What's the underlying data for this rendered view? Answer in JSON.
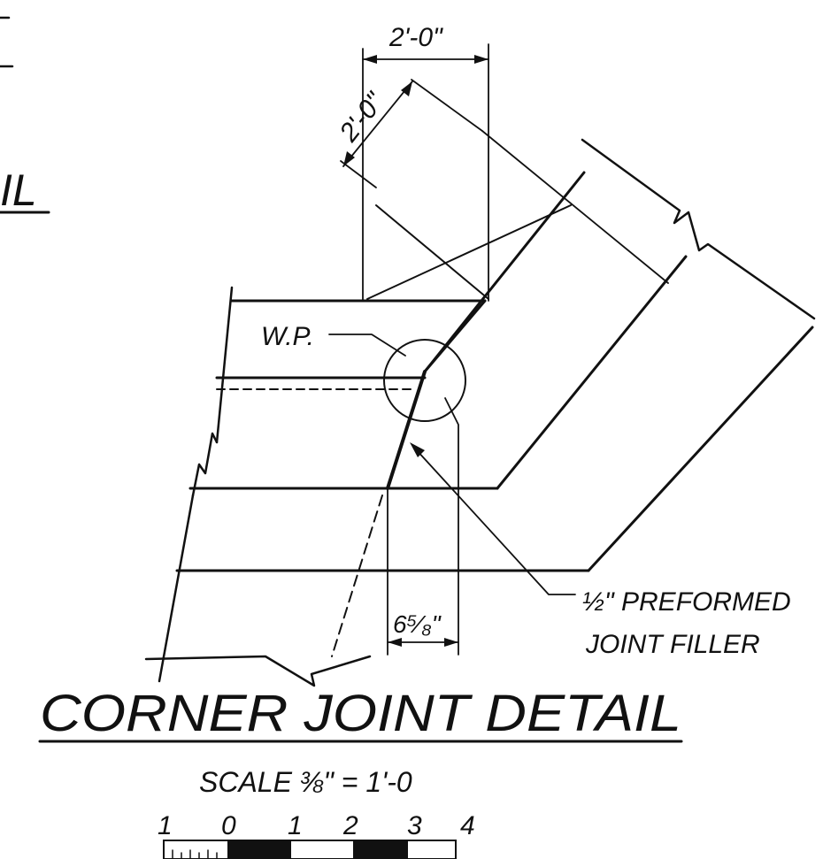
{
  "dimensions": {
    "top_width": "2'-0\"",
    "diagonal_width": "2'-0\"",
    "offset": "6⁵⁄₈\""
  },
  "labels": {
    "work_point": "W.P.",
    "filler_line1": "½\" PREFORMED",
    "filler_line2": "JOINT FILLER",
    "partial_title": "IL"
  },
  "title": "CORNER JOINT DETAIL",
  "scale": {
    "text": "SCALE ⅜\" = 1'-0",
    "ticks": [
      "1",
      "0",
      "1",
      "2",
      "3",
      "4"
    ]
  },
  "colors": {
    "ink": "#111111",
    "paper": "#ffffff"
  }
}
